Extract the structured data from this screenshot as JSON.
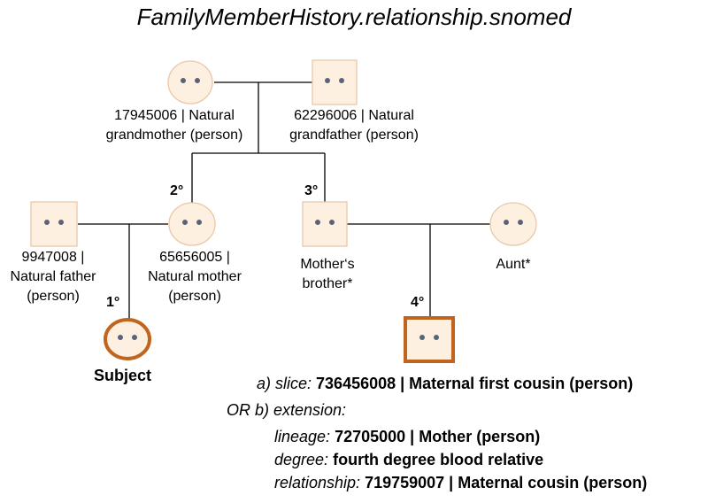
{
  "title": "FamilyMemberHistory.relationship.snomed",
  "nodes": {
    "grandmother": {
      "code": "17945006",
      "label": "17945006 | Natural\ngrandmother (person)"
    },
    "grandfather": {
      "code": "62296006",
      "label": "62296006 | Natural\ngrandfather (person)"
    },
    "father": {
      "label": "9947008 |\nNatural father\n(person)"
    },
    "mother": {
      "label": "65656005 |\nNatural mother\n(person)"
    },
    "uncle": {
      "label": "Mother‘s\nbrother*"
    },
    "aunt": {
      "label": "Aunt*"
    },
    "subject": {
      "label": "Subject"
    }
  },
  "degrees": {
    "d1": "1°",
    "d2": "2°",
    "d3": "3°",
    "d4": "4°"
  },
  "annotation": {
    "slice_label": "a) slice:",
    "slice_value": "736456008 | Maternal first cousin (person)",
    "or_extension": "OR b) extension:",
    "lineage_label": "lineage:",
    "lineage_value": "72705000 | Mother (person)",
    "degree_label": "degree:",
    "degree_value": "fourth degree blood relative",
    "relationship_label": "relationship:",
    "relationship_value": "719759007 | Maternal cousin (person)"
  },
  "colors": {
    "node_fill": "#fdf0e0",
    "node_stroke": "#e8c8a8",
    "highlight_stroke": "#c0641e",
    "eye": "#5a6478"
  }
}
